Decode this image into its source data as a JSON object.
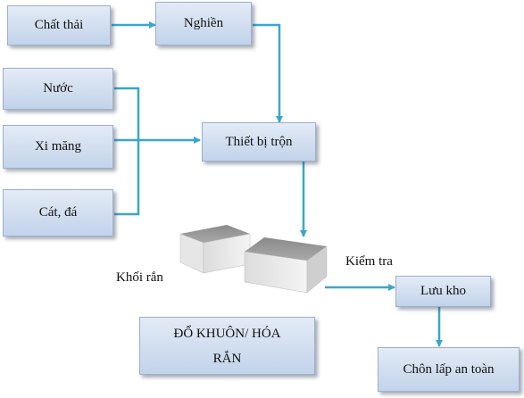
{
  "nodes": {
    "chat_thai": "Chất thải",
    "nghien": "Nghiền",
    "nuoc": "Nước",
    "xi_mang": "Xi măng",
    "cat_da": "Cát, đá",
    "thiet_bi_tron": "Thiết bị trộn",
    "luu_kho": "Lưu kho",
    "chon_lap": "Chôn lấp an toàn",
    "do_khuon_line1": "ĐỔ KHUÔN/ HÓA",
    "do_khuon_line2": "RẮN"
  },
  "labels": {
    "khoi_ran": "Khối rắn",
    "kiem_tra": "Kiểm tra"
  },
  "colors": {
    "arrow": "#3aa6cc",
    "box_fill_top": "#e3ebf6",
    "box_fill_bottom": "#c2d3ea"
  }
}
